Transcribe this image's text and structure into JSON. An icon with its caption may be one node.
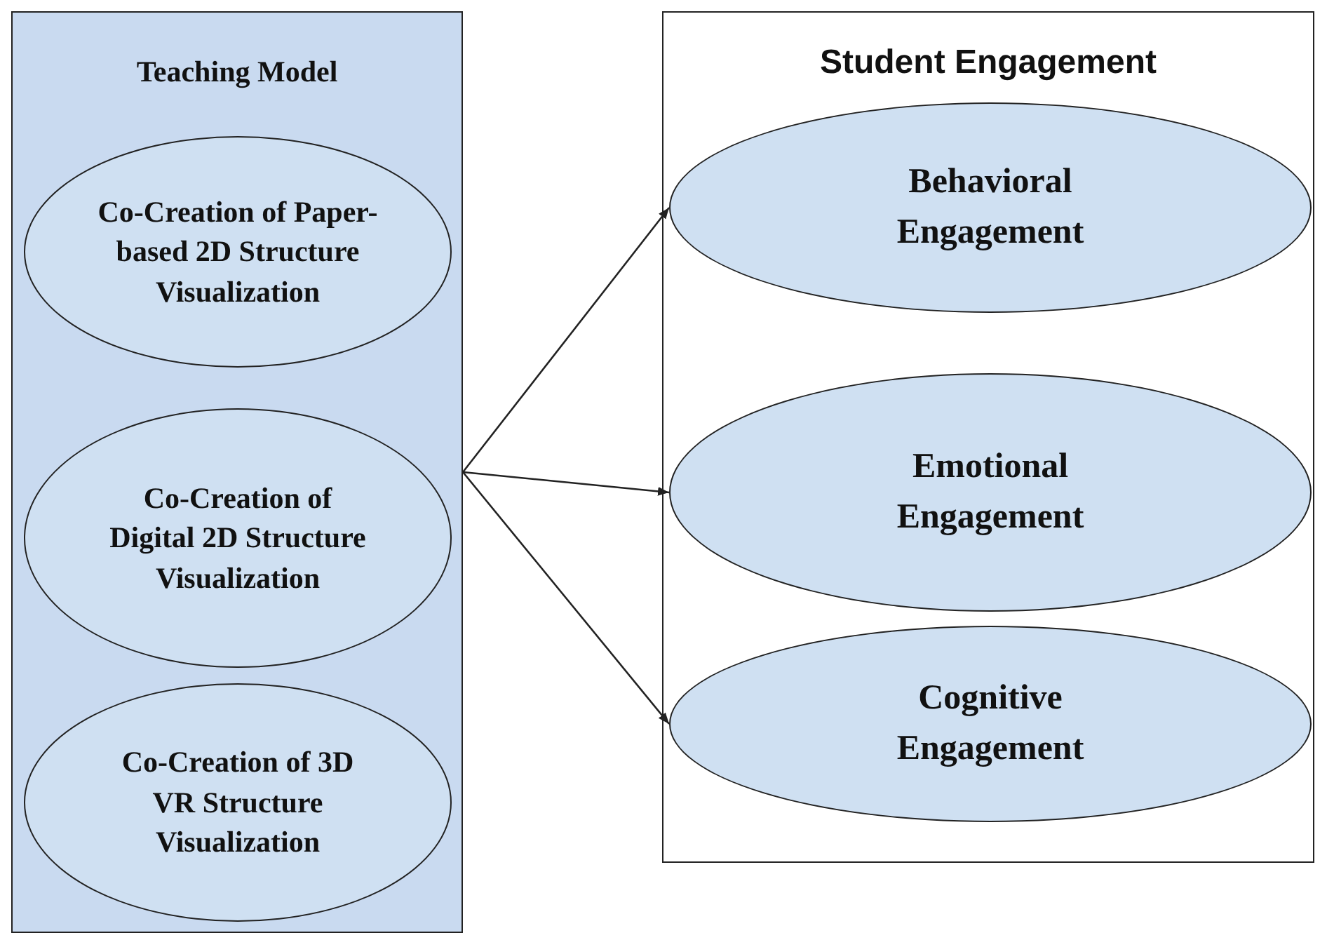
{
  "diagram": {
    "nodes": [
      {
        "text": [
          "Teaching Model"
        ]
      },
      {
        "text": [
          "Co-Creation of Paper-based 2D Structure Visualization"
        ],
        "in": 0
      },
      {
        "text": [
          "Co-Creation of Digital 2D Structure Visualization"
        ],
        "in": 0
      },
      {
        "text": [
          "Co-Creation of 3D VR Structure Visualization"
        ],
        "in": 0
      },
      {
        "text": [
          "Student Engagement"
        ]
      },
      {
        "text": [
          "Behavioral Engagement"
        ],
        "in": 4
      },
      {
        "text": [
          "Emotional Engagement"
        ],
        "in": 4
      },
      {
        "text": [
          "Cognitive Engagement"
        ],
        "in": 4
      }
    ],
    "edges": [
      {
        "from": 0,
        "to": 5,
        "arrow": "to"
      },
      {
        "from": 0,
        "to": 6,
        "arrow": "to"
      },
      {
        "from": 0,
        "to": 7,
        "arrow": "to"
      }
    ]
  }
}
